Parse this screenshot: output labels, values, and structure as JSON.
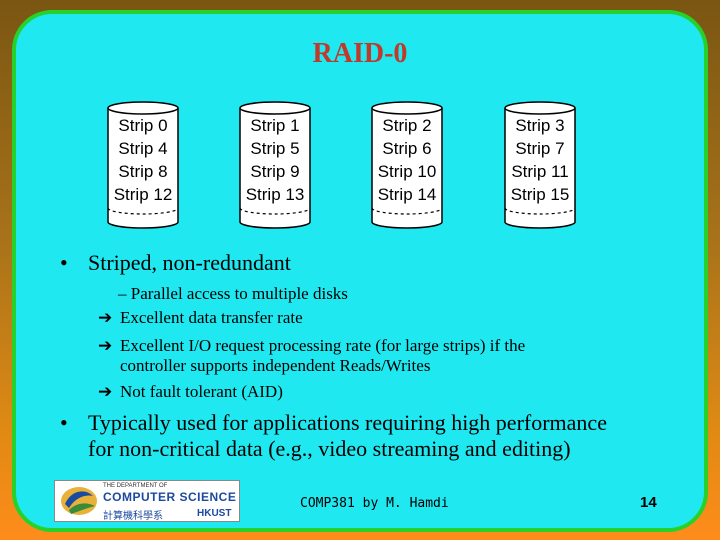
{
  "title": "RAID-0",
  "disks": [
    {
      "strips": [
        "Strip 0",
        "Strip 4",
        "Strip 8",
        "Strip 12"
      ]
    },
    {
      "strips": [
        "Strip 1",
        "Strip 5",
        "Strip 9",
        "Strip 13"
      ]
    },
    {
      "strips": [
        "Strip 2",
        "Strip 6",
        "Strip 10",
        "Strip 14"
      ]
    },
    {
      "strips": [
        "Strip 3",
        "Strip 7",
        "Strip 11",
        "Strip 15"
      ]
    }
  ],
  "bullets": {
    "first": "Striped, non-redundant",
    "sub": [
      "– Parallel access to multiple disks",
      "Excellent data transfer rate",
      "Excellent I/O request processing rate (for large strips) if the",
      "controller supports independent Reads/Writes",
      "Not fault tolerant (AID)"
    ],
    "second_line1": "Typically used for applications requiring high performance",
    "second_line2": "for non-critical data (e.g., video streaming and editing)"
  },
  "footer": {
    "logo_top": "THE DEPARTMENT OF",
    "logo_main": "COMPUTER SCIENCE",
    "logo_cn": "計算機科學系",
    "logo_hk": "HKUST",
    "center": "COMP381 by M. Hamdi",
    "page": "14"
  },
  "colors": {
    "panel": "#20e8f0",
    "border": "#27d12b",
    "title": "#c0392b"
  }
}
